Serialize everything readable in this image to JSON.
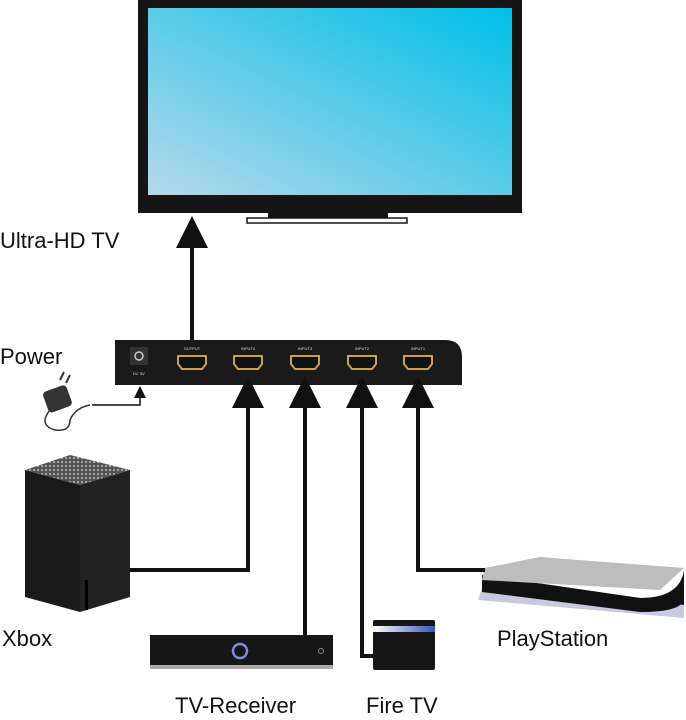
{
  "labels": {
    "tv": "Ultra-HD TV",
    "power": "Power",
    "xbox": "Xbox",
    "receiver": "TV-Receiver",
    "firetv": "Fire TV",
    "playstation": "PlayStation"
  },
  "switch": {
    "dc": "DC 5V",
    "ports": [
      "OUTPUT",
      "INPUT4",
      "INPUT3",
      "INPUT2",
      "INPUT1"
    ]
  },
  "colors": {
    "screen_top": "#00bfe8",
    "screen_bottom": "#a8d6ea",
    "device": "#161616",
    "hdmi_gold": "#c9a24a",
    "accent_blue": "#3a56b8"
  }
}
